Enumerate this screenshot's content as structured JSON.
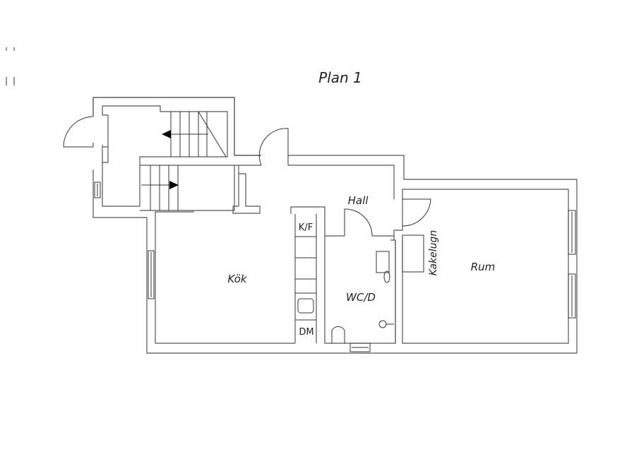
{
  "title": "Plan 1",
  "rooms": {
    "hall": "Hall",
    "kitchen": "Kök",
    "wc": "WC/D",
    "room": "Rum",
    "stove": "Kakelugn"
  },
  "appliances": {
    "fridge": "K/F",
    "dishwasher": "DM"
  }
}
